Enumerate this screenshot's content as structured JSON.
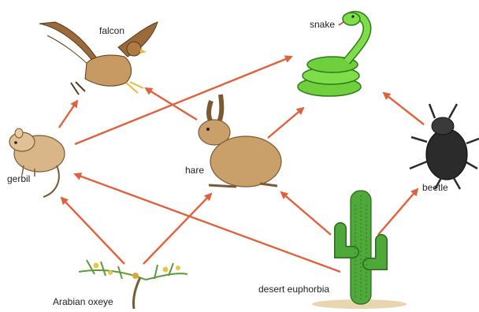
{
  "organisms": {
    "falcon": "falcon",
    "snake": "snake",
    "gerbil": "gerbil",
    "hare": "hare",
    "beetle": "beetle",
    "oxeye": "Arabian oxeye",
    "euphorbia": "desert euphorbia"
  },
  "colors": {
    "arrow": "#e0613c",
    "snake_green": "#6fcf3d",
    "rodent_tan": "#d9b688",
    "cactus_green": "#4fa83a",
    "beetle_dark": "#2b2b2b",
    "falcon_brown": "#9a6a3a"
  }
}
